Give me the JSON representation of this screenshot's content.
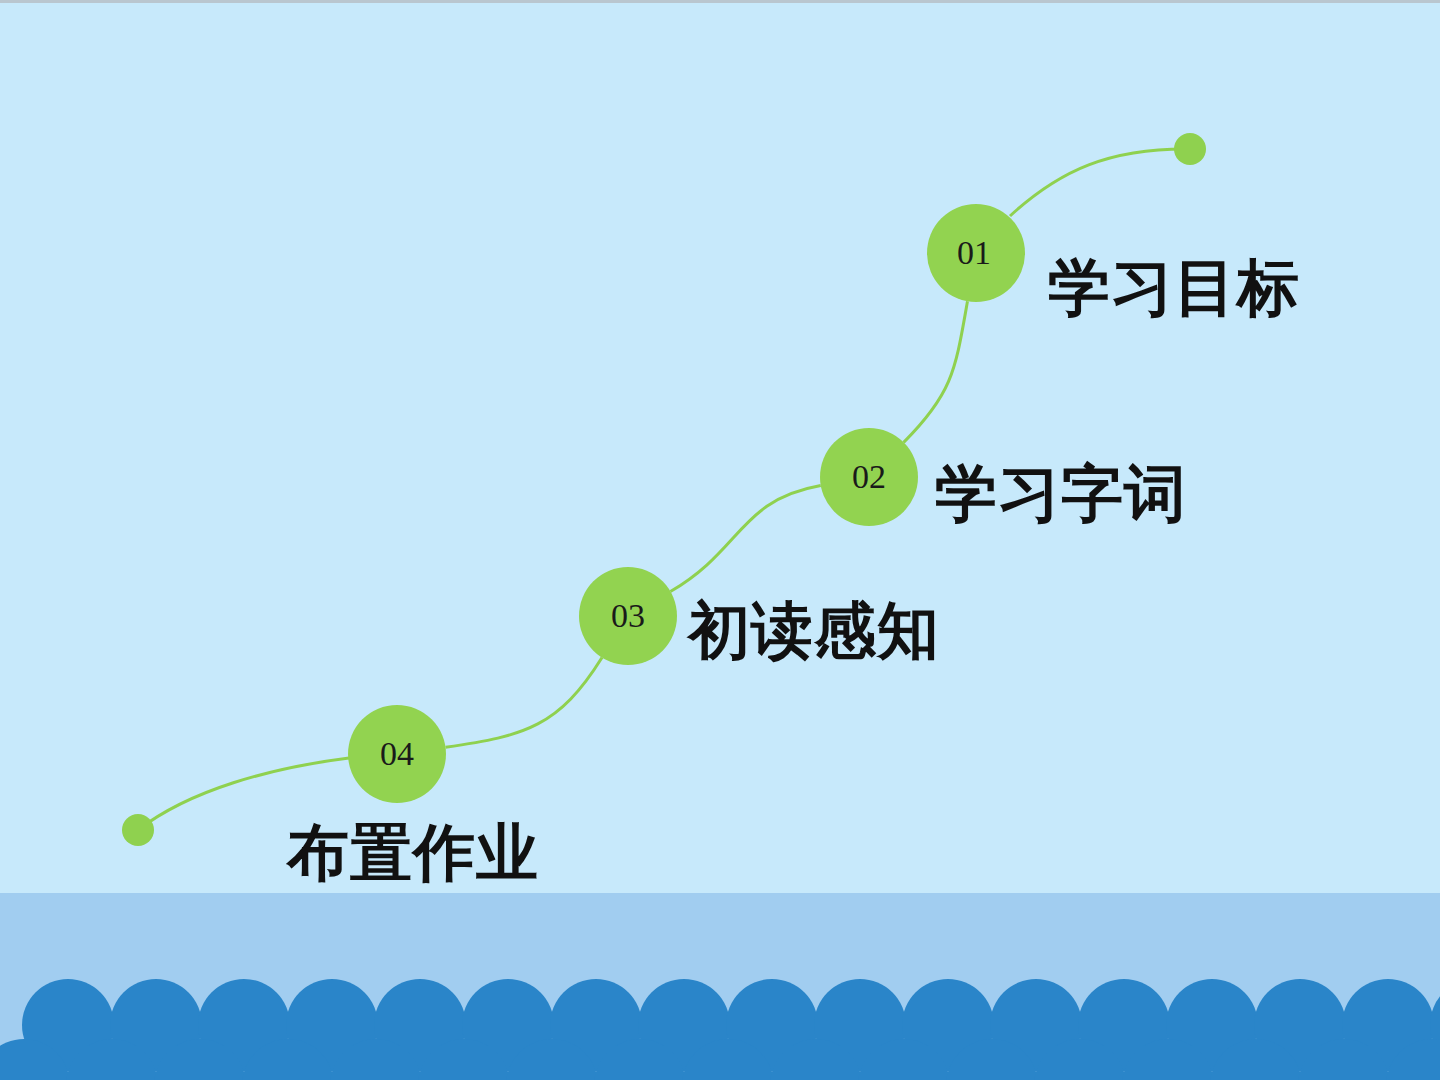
{
  "diagram": {
    "nodes": [
      {
        "text": [
          "01",
          "学习目标"
        ]
      },
      {
        "text": [
          "02",
          "学习字词"
        ]
      },
      {
        "text": [
          "03",
          "初读感知"
        ]
      },
      {
        "text": [
          "04",
          "布置作业"
        ]
      }
    ],
    "edges": [
      {
        "from": 0,
        "to": 1,
        "arrow": "none"
      },
      {
        "from": 1,
        "to": 2,
        "arrow": "none"
      },
      {
        "from": 2,
        "to": 3,
        "arrow": "none"
      }
    ]
  }
}
